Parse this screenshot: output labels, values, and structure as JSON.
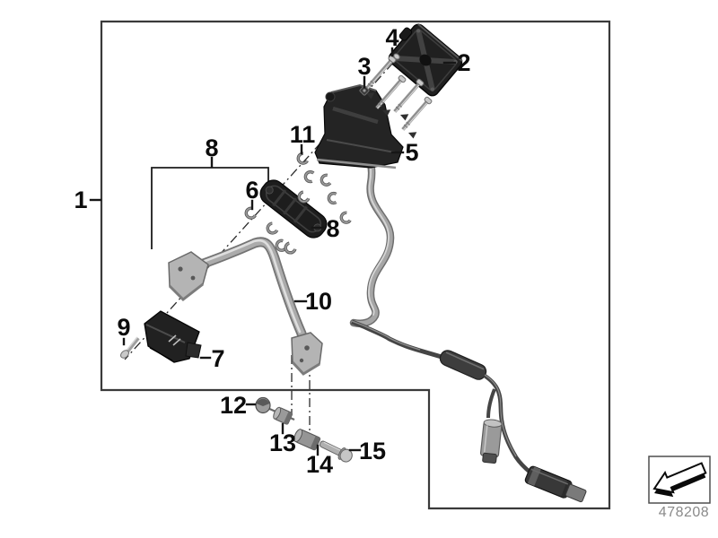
{
  "diagram": {
    "part_code": "478208",
    "callouts": [
      {
        "label": "1"
      },
      {
        "label": "2"
      },
      {
        "label": "3"
      },
      {
        "label": "4"
      },
      {
        "label": "5"
      },
      {
        "label": "6"
      },
      {
        "label": "7"
      },
      {
        "label": "8"
      },
      {
        "label": "8"
      },
      {
        "label": "9"
      },
      {
        "label": "10"
      },
      {
        "label": "11"
      },
      {
        "label": "12"
      },
      {
        "label": "13"
      },
      {
        "label": "14"
      },
      {
        "label": "15"
      }
    ],
    "thumbnail_icon": "direction-arrow",
    "colors": {
      "background": "#ffffff",
      "frame": "#3a3a3a",
      "callout_text": "#0c0c0c",
      "part_dark": "#212121",
      "metal_light": "#a8a8a8",
      "code_text": "#8a8a8a"
    }
  }
}
